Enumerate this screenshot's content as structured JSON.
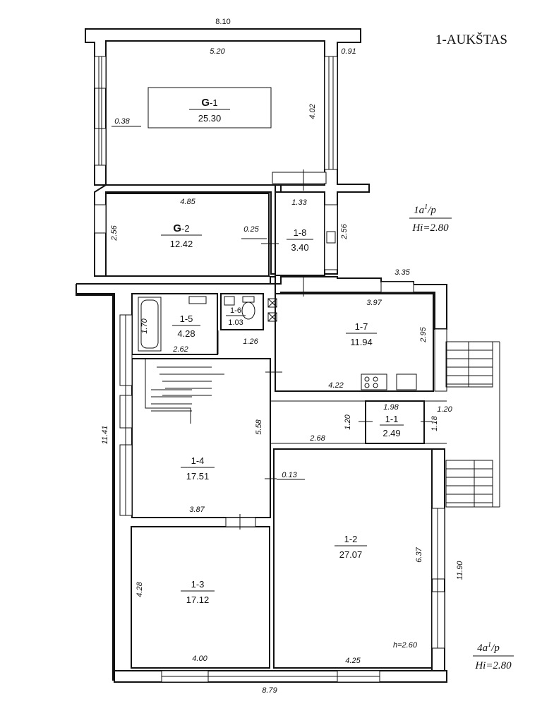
{
  "floor_title": "1-AUKŠTAS",
  "rooms": [
    {
      "code": "G",
      "suffix": "-1",
      "area": "25.30"
    },
    {
      "code": "G",
      "suffix": "-2",
      "area": "12.42"
    },
    {
      "code": "1-8",
      "area": "3.40"
    },
    {
      "code": "1-5",
      "area": "4.28"
    },
    {
      "code": "1-6",
      "area": "1.03"
    },
    {
      "code": "1-7",
      "area": "11.94"
    },
    {
      "code": "1-1",
      "area": "2.49"
    },
    {
      "code": "1-4",
      "area": "17.51"
    },
    {
      "code": "1-3",
      "area": "17.12"
    },
    {
      "code": "1-2",
      "area": "27.07"
    }
  ],
  "dimensions": {
    "top_width": "8.10",
    "g1_width": "5.20",
    "corner_091": "0.91",
    "g1_wall": "0.38",
    "g1_height": "4.02",
    "g2_width": "4.85",
    "corridor_width": "1.33",
    "g2_height": "2.56",
    "wall_025": "0.25",
    "r18_height": "2.56",
    "w335": "3.35",
    "r17_width": "3.97",
    "r15_height": "1.70",
    "r15_width": "2.62",
    "w126": "1.26",
    "r17_height": "2.95",
    "r17_bottom": "4.22",
    "r11_width": "1.98",
    "r11_left": "1.20",
    "r11_right": "1.20",
    "r11_h": "1.18",
    "stair_h": "5.58",
    "left_total": "11.41",
    "hall_width": "2.68",
    "wall_013": "0.13",
    "r14_width": "3.87",
    "r12_height": "6.37",
    "right_total": "11.90",
    "r13_height": "4.28",
    "r13_width": "4.00",
    "r12_width": "4.25",
    "bottom_total": "8.79",
    "ceiling": "h=2.60"
  },
  "annotations": {
    "a1_num": "1a",
    "a1_sup": "1",
    "a1_den": "/p",
    "a1_hi": "Hi=2.80",
    "a2_num": "4a",
    "a2_sup": "1",
    "a2_den": "/p",
    "a2_hi": "Hi=2.80"
  }
}
